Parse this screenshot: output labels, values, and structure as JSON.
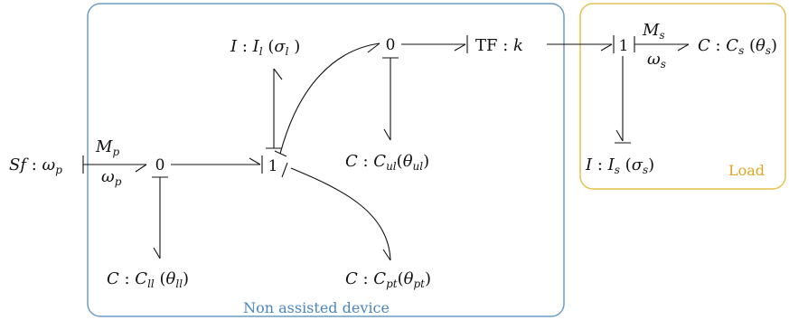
{
  "colors": {
    "device_border": "#6b9bc6",
    "device_label": "#4a86c1",
    "load_border": "#e6c24f",
    "load_label": "#e0a420",
    "bond": "#111111"
  },
  "groups": {
    "device_label": "Non assisted device",
    "load_label": "Load"
  },
  "nodes": {
    "source": {
      "prefix": "Sf",
      "colon": " : ",
      "var": "ω",
      "sub": "p"
    },
    "junction0_left": "0",
    "junction1_mid": "1",
    "junction0_top": "0",
    "transformer": {
      "name": "TF",
      "colon": " : ",
      "var": "k"
    },
    "junction1_right": "1",
    "inertia_l": {
      "type": "I",
      "var": "I",
      "sub": "l",
      "state": "σ",
      "state_sub": "l"
    },
    "cap_ul": {
      "type": "C",
      "var": "C",
      "sub": "ul",
      "state": "θ",
      "state_sub": "ul"
    },
    "cap_ll": {
      "type": "C",
      "var": "C",
      "sub": "ll",
      "state": "θ",
      "state_sub": "ll"
    },
    "cap_pt": {
      "type": "C",
      "var": "C",
      "sub": "pt",
      "state": "θ",
      "state_sub": "pt"
    },
    "cap_s": {
      "type": "C",
      "var": "C",
      "sub": "s",
      "state": "θ",
      "state_sub": "s"
    },
    "inertia_s": {
      "type": "I",
      "var": "I",
      "sub": "s",
      "state": "σ",
      "state_sub": "s"
    }
  },
  "bond_labels": {
    "effort_p": {
      "var": "M",
      "sub": "p"
    },
    "flow_p": {
      "var": "ω",
      "sub": "p"
    },
    "effort_s": {
      "var": "M",
      "sub": "s"
    },
    "flow_s": {
      "var": "ω",
      "sub": "s"
    }
  }
}
